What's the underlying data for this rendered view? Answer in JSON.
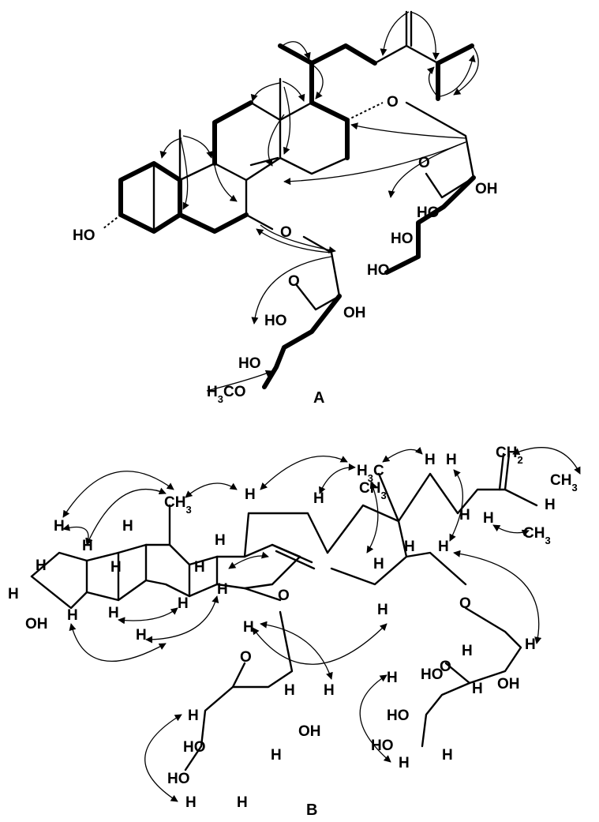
{
  "panels": {
    "a_label": "A",
    "b_label": "B"
  },
  "panel_a": {
    "ho_left": "HO",
    "o_upper": "O",
    "o_lower": "O",
    "o_ring_upper": "O",
    "o_ring_lower": "O",
    "oh_upper_1": "OH",
    "ho_upper_2": "HO",
    "ho_upper_3": "HO",
    "ho_upper_4": "HO",
    "oh_lower_1": "OH",
    "ho_lower_2": "HO",
    "ho_lower_3": "HO",
    "h3co": "H3CO"
  },
  "panel_b": {
    "ch2": "CH2",
    "ch3_right_1": "CH3",
    "ch3_right_2": "CH3",
    "h3c_top": "H3C",
    "ch3_mid": "CH3",
    "ch3_left": "CH3",
    "oh_left": "OH",
    "o_mid": "O",
    "o_right": "O",
    "o_ring_left": "O",
    "o_ring_right": "O",
    "ho_r1": "HO",
    "oh_r2": "OH",
    "ho_r3": "HO",
    "ho_r4": "HO",
    "ho_l1": "OH",
    "ho_l2": "HO",
    "ho_l3": "HO",
    "h": "H"
  }
}
